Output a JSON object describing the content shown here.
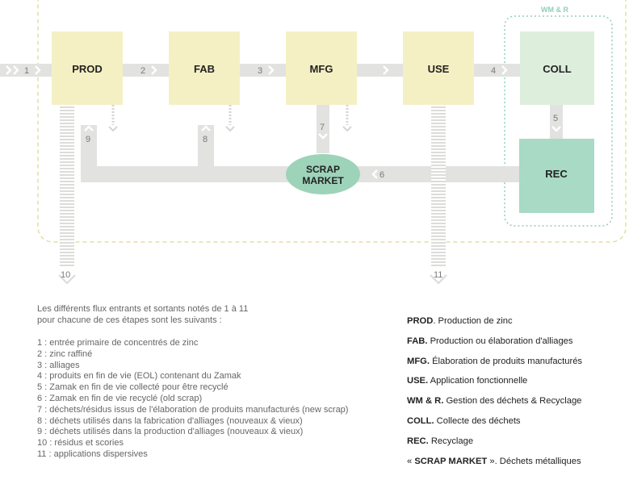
{
  "wm_label": "WM & R",
  "boxes": {
    "prod": "PROD",
    "fab": "FAB",
    "mfg": "MFG",
    "use": "USE",
    "coll": "COLL",
    "rec": "REC",
    "scrap_line1": "SCRAP",
    "scrap_line2": "MARKET"
  },
  "flows": {
    "f1": "1",
    "f2": "2",
    "f3": "3",
    "f4": "4",
    "f5": "5",
    "f6": "6",
    "f7": "7",
    "f8": "8",
    "f9": "9",
    "f10": "10",
    "f11": "11"
  },
  "intro": [
    "Les différents flux entrants et sortants notés de 1 à 11",
    "pour chacune de ces étapes sont les suivants :"
  ],
  "flow_list": [
    "1 : entrée primaire de concentrés de zinc",
    "2 : zinc raffiné",
    "3 : alliages",
    "4 : produits en fin de vie (EOL) contenant du Zamak",
    "5 : Zamak en fin de vie collecté pour être recyclé",
    "6 : Zamak en fin de vie recyclé (old scrap)",
    "7 : déchets/résidus issus de l'élaboration de produits manufacturés (new scrap)",
    "8 : déchets utilisés dans la fabrication d'alliages (nouveaux & vieux)",
    "9 : déchets utilisés dans la production d'alliages (nouveaux & vieux)",
    "10 : résidus et scories",
    "11 : applications dispersives"
  ],
  "definitions": [
    {
      "abbr": "PROD",
      "text": ". Production de zinc"
    },
    {
      "abbr": "FAB.",
      "text": " Production ou élaboration d'alliages"
    },
    {
      "abbr": "MFG.",
      "text": " Élaboration de produits manufacturés"
    },
    {
      "abbr": "USE.",
      "text": " Application fonctionnelle"
    },
    {
      "abbr": "WM & R.",
      "text": " Gestion des déchets & Recyclage"
    },
    {
      "abbr": "COLL.",
      "text": " Collecte des déchets"
    },
    {
      "abbr": "REC.",
      "text": " Recyclage"
    }
  ],
  "scrap_def": {
    "open": "« ",
    "abbr": "SCRAP MARKET",
    "text": " ». Déchets métalliques"
  },
  "colors": {
    "box_yellow": "#f5f0c4",
    "coll_fill": "#ddeedd",
    "rec_fill": "#a8dac5",
    "scrap_fill": "#9dd3b9",
    "flow_gray": "#e2e2e0",
    "dash_yellow": "#e3dfa4",
    "dash_green": "#8fd0b6"
  }
}
